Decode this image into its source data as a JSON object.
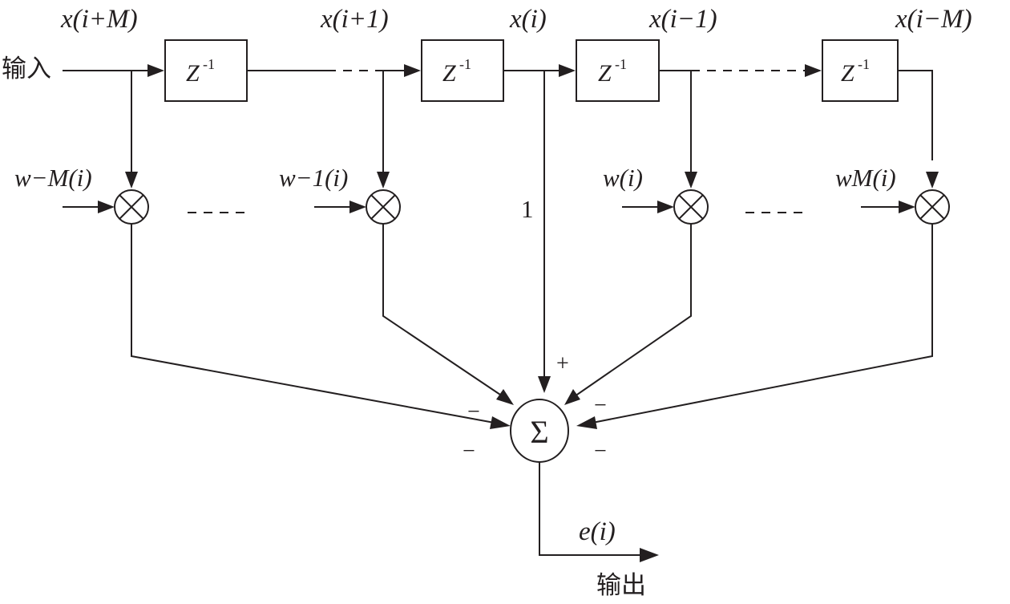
{
  "input_label": "输入",
  "output_label": "输出",
  "output_signal": "e(i)",
  "delay_symbol": "Z",
  "delay_exponent": "-1",
  "unit_gain_label": "1",
  "sum_symbol": "Σ",
  "signs": {
    "plus": "+",
    "minus": "−"
  },
  "taps": [
    {
      "name": "x(i+M)",
      "weight": "w−M(i)"
    },
    {
      "name": "x(i+1)",
      "weight": "w−1(i)"
    },
    {
      "name": "x(i)",
      "weight": "1"
    },
    {
      "name": "x(i−1)",
      "weight": "w(i)"
    },
    {
      "name": "x(i−M)",
      "weight": "wM(i)"
    }
  ]
}
